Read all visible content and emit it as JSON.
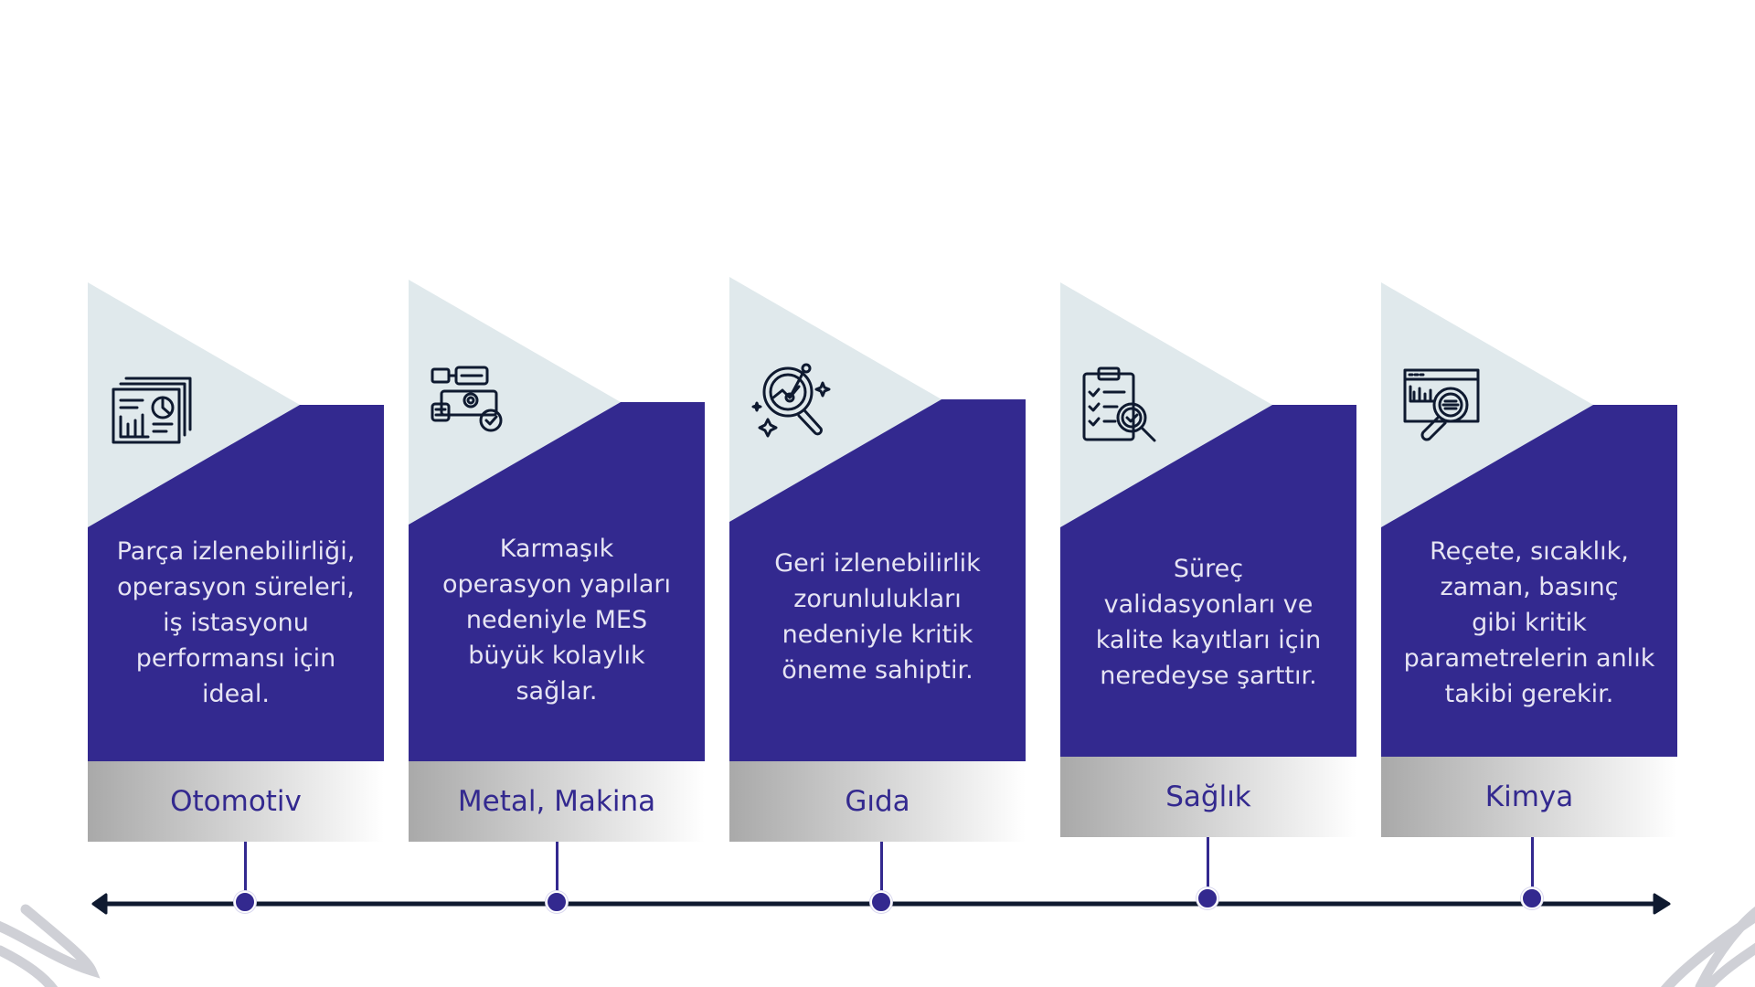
{
  "colors": {
    "purple": "#33298f",
    "light": "#e0e9ec",
    "dark": "#0f1a30",
    "text": "#e6e4f3",
    "squiggle": "#cfd0d6"
  },
  "cards": [
    {
      "icon": "dashboard-report-icon",
      "text": "Parça izlenebilirliği,\noperasyon süreleri,\niş istasyonu\nperformansı için\nideal.",
      "label": "Otomotiv"
    },
    {
      "icon": "process-flow-gear-icon",
      "text": "Karmaşık\noperasyon yapıları\nnedeniyle MES\nbüyük kolaylık\nsağlar.",
      "label": "Metal, Makina"
    },
    {
      "icon": "analytics-magnifier-icon",
      "text": "Geri izlenebilirlik\nzorunlulukları\nnedeniyle kritik\nöneme sahiptir.",
      "label": "Gıda"
    },
    {
      "icon": "checklist-inspection-icon",
      "text": "Süreç\nvalidasyonları ve\nkalite kayıtları için\nneredeyse şarttır.",
      "label": "Sağlık"
    },
    {
      "icon": "web-data-search-icon",
      "text": "Reçete, sıcaklık,\nzaman, basınç\ngibi kritik\nparametrelerin anlık\ntakibi gerekir.",
      "label": "Kimya"
    }
  ]
}
